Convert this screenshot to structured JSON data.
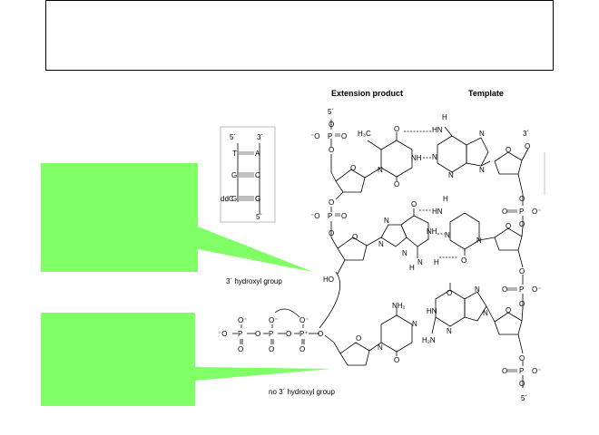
{
  "title_box": {
    "text": ""
  },
  "headers": {
    "extension_product": "Extension product",
    "template": "Template"
  },
  "inset": {
    "top_left": "5´",
    "top_right": "3´",
    "pair1_left": "T",
    "pair1_right": "A",
    "pair2_left": "G",
    "pair2_right": "C",
    "pair3_left": "G",
    "pair3_right": "C",
    "pair4_left": "ddC",
    "pair4_right": "G",
    "bottom_right": "5´"
  },
  "labels": {
    "hydroxyl": "3´ hydroxyl group",
    "no_hydroxyl": "no 3´ hydroxyl group",
    "ho": "HO",
    "five_prime_top": "5´",
    "three_prime_template": "3´",
    "five_prime_bottom": "5´",
    "nh2": "NH₂",
    "h2n": "H₂N",
    "h3c": "H₃C",
    "nh": "NH",
    "hn": "HN",
    "n": "N",
    "o": "O",
    "p": "P",
    "h": "H",
    "neg_o": "⁻O",
    "o_neg": "O⁻",
    "pos_p": "P⁺"
  },
  "callouts": {
    "top": "",
    "bottom": ""
  },
  "colors": {
    "callout_fill": "#80ff66",
    "line": "#000000"
  }
}
